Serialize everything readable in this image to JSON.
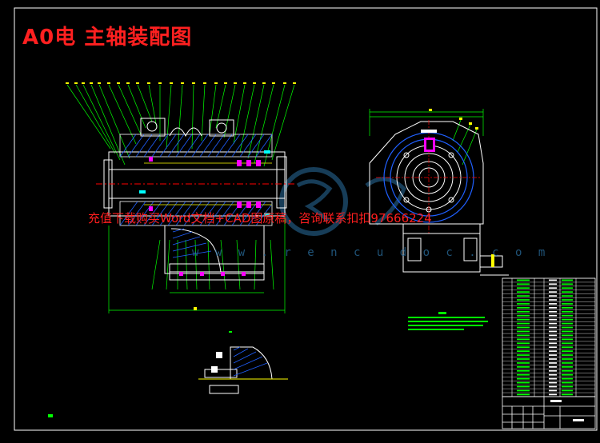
{
  "drawing": {
    "title": "A0电 主轴装配图"
  },
  "watermark": {
    "notice": "充值下载购买Word文档+CAD图原稿，咨询联系扣扣97666224",
    "site": "w w w . r e n c u d o c . c o m"
  },
  "colors": {
    "background": "#000000",
    "frame": "#ffffff",
    "title": "#ff2020",
    "leader": "#00ff00",
    "cad_blue": "#2060ff",
    "cad_yellow": "#ffff00",
    "cad_magenta": "#ff00ff",
    "cad_cyan": "#00ffff",
    "cad_red": "#ff0000",
    "watermark_blue": "#2a6fa0"
  },
  "parts_list": {
    "rows": 30
  }
}
